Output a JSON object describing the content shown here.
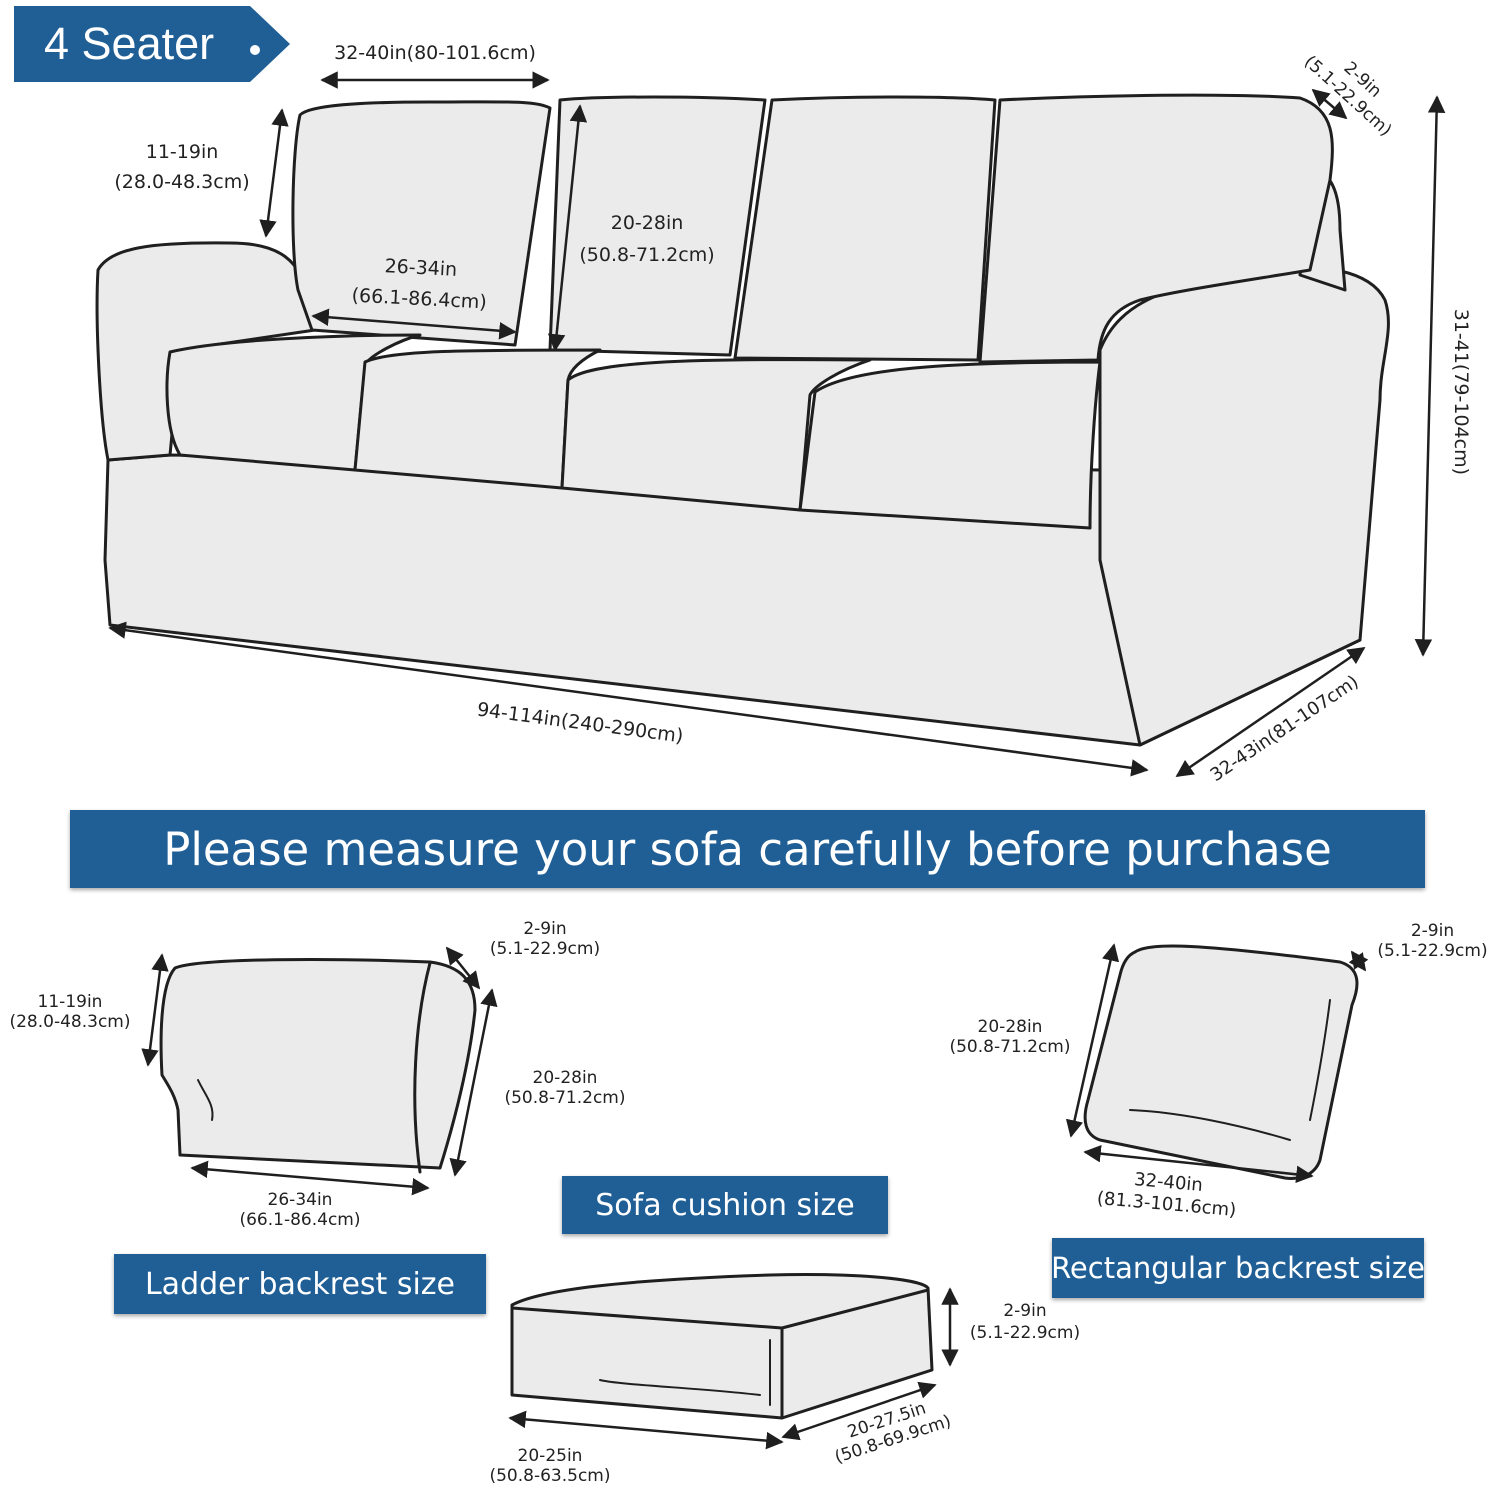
{
  "colors": {
    "banner_blue": "#1f5f96",
    "outline": "#1f1f1f",
    "fill": "#ebebeb"
  },
  "badge": {
    "label": "4 Seater",
    "icon": "dot-icon"
  },
  "main_banner": "Please measure your sofa carefully before purchase",
  "sections": {
    "sofa_cushion": "Sofa cushion size",
    "ladder_backrest": "Ladder backrest size",
    "rect_backrest": "Rectangular backrest size"
  },
  "sofa": {
    "back_cushion_width": "32-40in(80-101.6cm)",
    "back_thickness": {
      "in": "2-9in",
      "cm": "(5.1-22.9cm)"
    },
    "back_top_height": {
      "in": "11-19in",
      "cm": "(28.0-48.3cm)"
    },
    "back_lower_width": {
      "in": "26-34in",
      "cm": "(66.1-86.4cm)"
    },
    "back_height": {
      "in": "20-28in",
      "cm": "(50.8-71.2cm)"
    },
    "total_height": "31-41(79-104cm)",
    "total_length": "94-114in(240-290cm)",
    "depth": "32-43in(81-107cm)"
  },
  "ladder": {
    "thickness": {
      "in": "2-9in",
      "cm": "(5.1-22.9cm)"
    },
    "top_height": {
      "in": "11-19in",
      "cm": "(28.0-48.3cm)"
    },
    "height": {
      "in": "20-28in",
      "cm": "(50.8-71.2cm)"
    },
    "width": {
      "in": "26-34in",
      "cm": "(66.1-86.4cm)"
    }
  },
  "rect": {
    "thickness": {
      "in": "2-9in",
      "cm": "(5.1-22.9cm)"
    },
    "height": {
      "in": "20-28in",
      "cm": "(50.8-71.2cm)"
    },
    "width": {
      "in": "32-40in",
      "cm": "(81.3-101.6cm)"
    }
  },
  "cushion": {
    "thickness": {
      "in": "2-9in",
      "cm": "(5.1-22.9cm)"
    },
    "depth": {
      "in": "20-27.5in",
      "cm": "(50.8-69.9cm)"
    },
    "width": {
      "in": "20-25in",
      "cm": "(50.8-63.5cm)"
    }
  }
}
